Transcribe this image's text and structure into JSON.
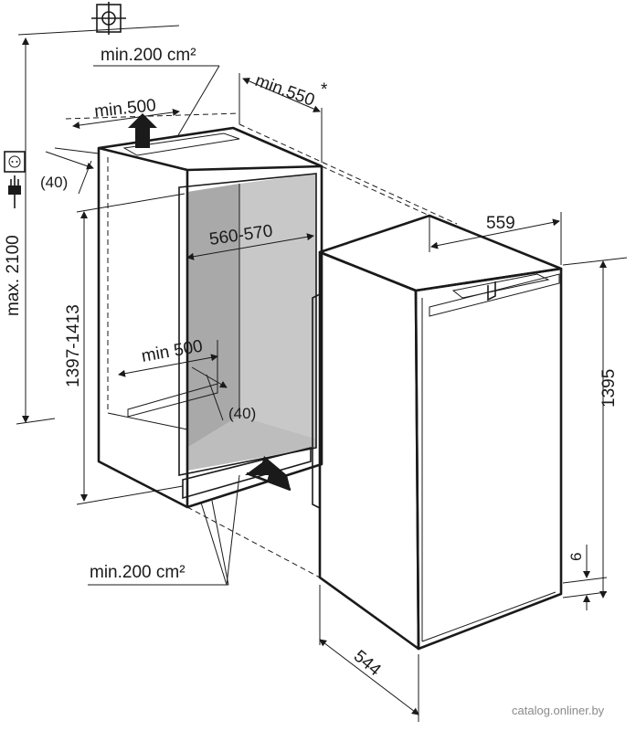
{
  "top_vent_area": "min.200 cm²",
  "top_opening_width": "min.500",
  "niche_depth": "min.550",
  "niche_depth_mark": "*",
  "top_gap": "(40)",
  "max_height": "max. 2100",
  "niche_height": "1397-1413",
  "niche_width": "560-570",
  "bottom_opening_width": "min 500",
  "bottom_gap": "(40)",
  "bottom_vent_area": "min.200 cm²",
  "appliance_width": "559",
  "appliance_height": "1395",
  "appliance_depth": "544",
  "plinth_offset": "6",
  "watermark": "catalog.onliner.by",
  "colors": {
    "line": "#1a1a1a",
    "cavity_back": "#c8c8c8",
    "cavity_side": "#a9a9a9",
    "cavity_floor": "#bdbdbd",
    "grille": "#d0d0d0"
  },
  "icons": [
    "target-crosshair-icon",
    "power-socket-icon",
    "power-plug-icon",
    "airflow-arrow-icon"
  ]
}
